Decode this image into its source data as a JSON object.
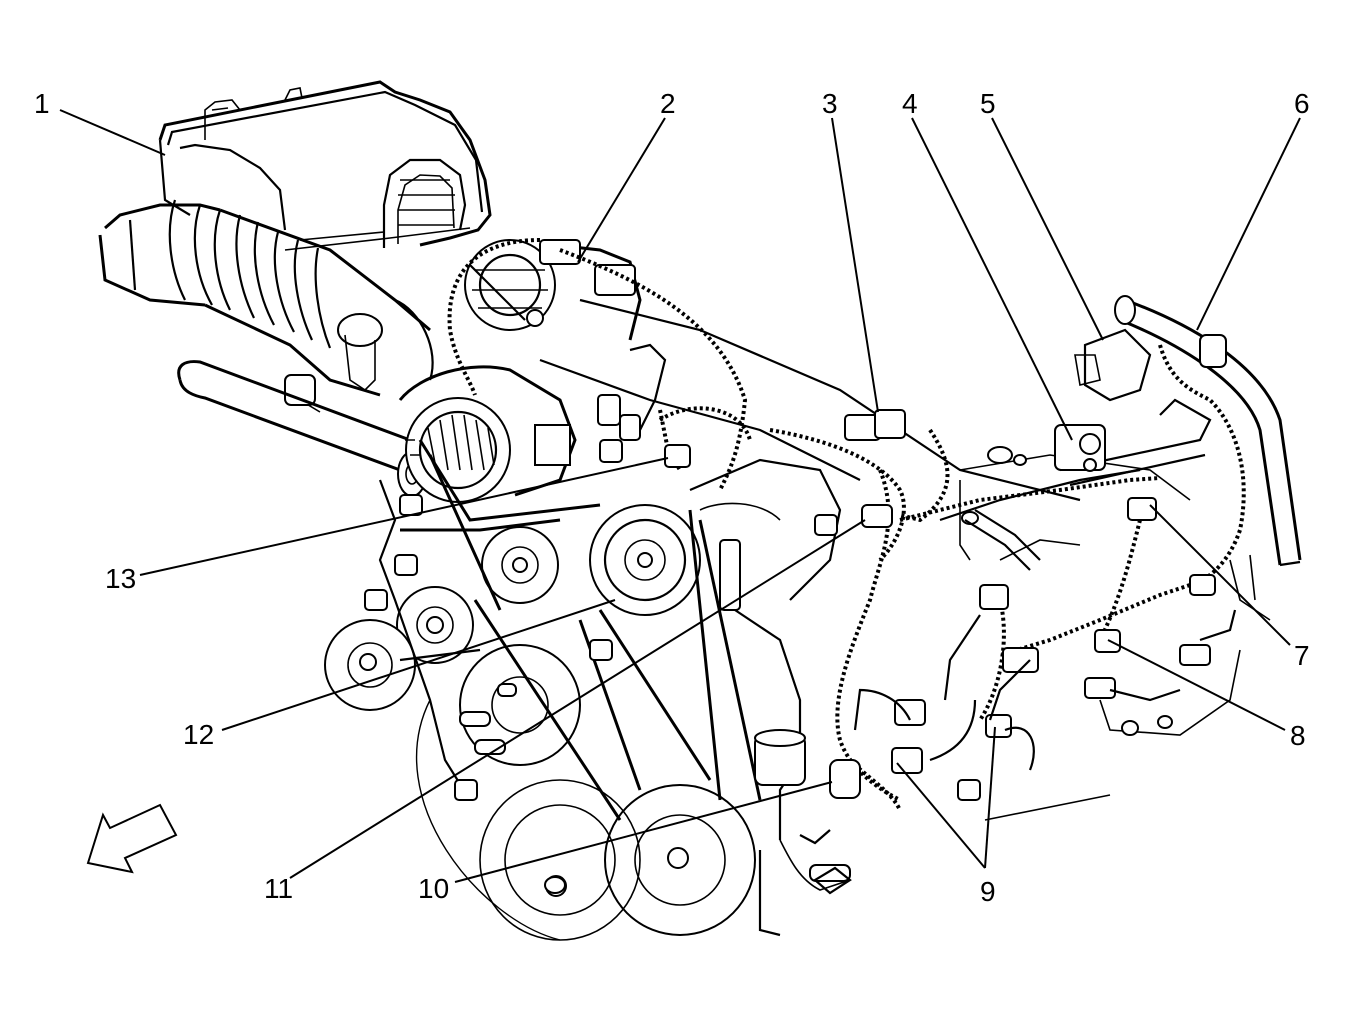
{
  "callouts": [
    {
      "id": "1",
      "label": "1"
    },
    {
      "id": "2",
      "label": "2"
    },
    {
      "id": "3",
      "label": "3"
    },
    {
      "id": "4",
      "label": "4"
    },
    {
      "id": "5",
      "label": "5"
    },
    {
      "id": "6",
      "label": "6"
    },
    {
      "id": "7",
      "label": "7"
    },
    {
      "id": "8",
      "label": "8"
    },
    {
      "id": "9",
      "label": "9"
    },
    {
      "id": "10",
      "label": "10"
    },
    {
      "id": "11",
      "label": "11"
    },
    {
      "id": "12",
      "label": "12"
    },
    {
      "id": "13",
      "label": "13"
    }
  ],
  "front_indicator": {
    "icon": "front-arrow-icon",
    "direction": "front"
  },
  "colors": {
    "line": "#000000",
    "background": "#ffffff"
  }
}
